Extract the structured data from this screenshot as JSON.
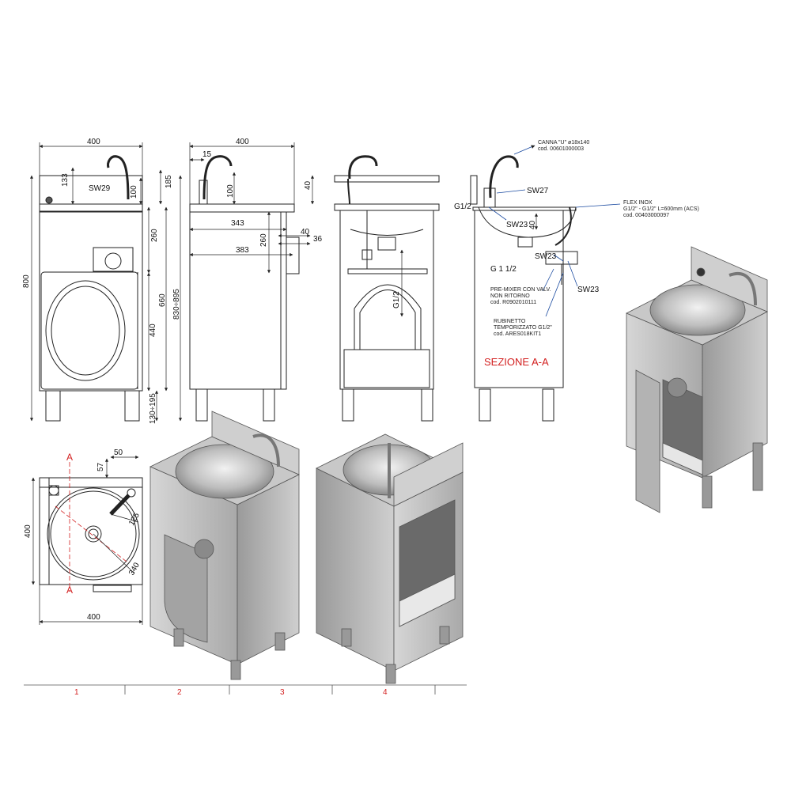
{
  "front_view": {
    "width": "400",
    "d133": "133",
    "sw29": "SW29",
    "d100": "100",
    "d185": "185",
    "d800": "800",
    "d260": "260",
    "d660": "660",
    "d440": "440",
    "d830_895": "830÷895",
    "d130_195": "130÷195"
  },
  "side_view": {
    "width": "400",
    "d15": "15",
    "d100": "100",
    "d40a": "40",
    "d343": "343",
    "d260": "260",
    "d40b": "40",
    "d36": "36",
    "d383": "383"
  },
  "section_view": {
    "g12": "G1/2"
  },
  "detail_view": {
    "canna_line1": "CANNA \"U\" ø18x140",
    "canna_line2": "cod. 00601000003",
    "sw27": "SW27",
    "g12": "G1/2",
    "sw23a": "SW23",
    "d40": "40",
    "flex_line1": "FLEX INOX",
    "flex_line2": "G1/2\" - G1/2\" L=600mm (ACS)",
    "flex_line3": "cod. 00403000097",
    "g112": "G 1 1/2",
    "sw23b": "SW23",
    "sw23c": "SW23",
    "premixer_line1": "PRE-MIXER CON VALV.",
    "premixer_line2": "NON RITORNO",
    "premixer_line3": "cod. R0902010111",
    "rubinetto_line1": "RUBINETTO",
    "rubinetto_line2": "TEMPORIZZATO G1/2\"",
    "rubinetto_line3": "cod. ARES018KIT1",
    "sezione": "SEZIONE A-A"
  },
  "plan_view": {
    "a_top": "A",
    "a_bottom": "A",
    "d57": "57",
    "d50": "50",
    "d400_side": "400",
    "d125": "125",
    "d340": "340",
    "d400_bottom": "400"
  },
  "bottom_strip": {
    "n1": "1",
    "n2": "2",
    "n3": "3",
    "n4": "4"
  },
  "colors": {
    "line": "#222222",
    "steel_light": "#d9d9d9",
    "steel_mid": "#b5b5b5",
    "steel_dark": "#8a8a8a",
    "accent_red": "#d32020",
    "dim_blue": "#1a4aa0"
  }
}
